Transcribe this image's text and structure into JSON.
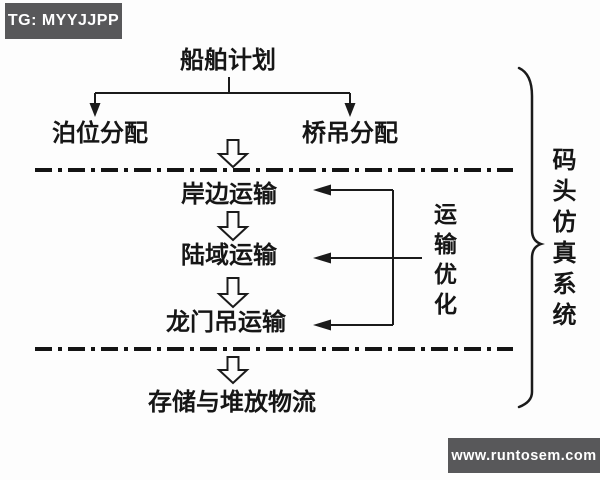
{
  "watermarks": {
    "top_left": "TG: MYYJJPP",
    "bottom_right": "www.runtosem.com"
  },
  "diagram": {
    "ship_plan": "船舶计划",
    "berth_allocation": "泊位分配",
    "crane_allocation": "桥吊分配",
    "quayside_transport": "岸边运输",
    "land_transport": "陆域运输",
    "gantry_transport": "龙门吊运输",
    "storage_logistics": "存储与堆放物流",
    "transport_optimization": "运输优化",
    "system_brace_label": "码头仿真系统"
  },
  "colors": {
    "line": "#1b1b1b",
    "badge_background": "#58585a",
    "badge_text": "#ffffff",
    "canvas_background": "#fdfdfd"
  }
}
